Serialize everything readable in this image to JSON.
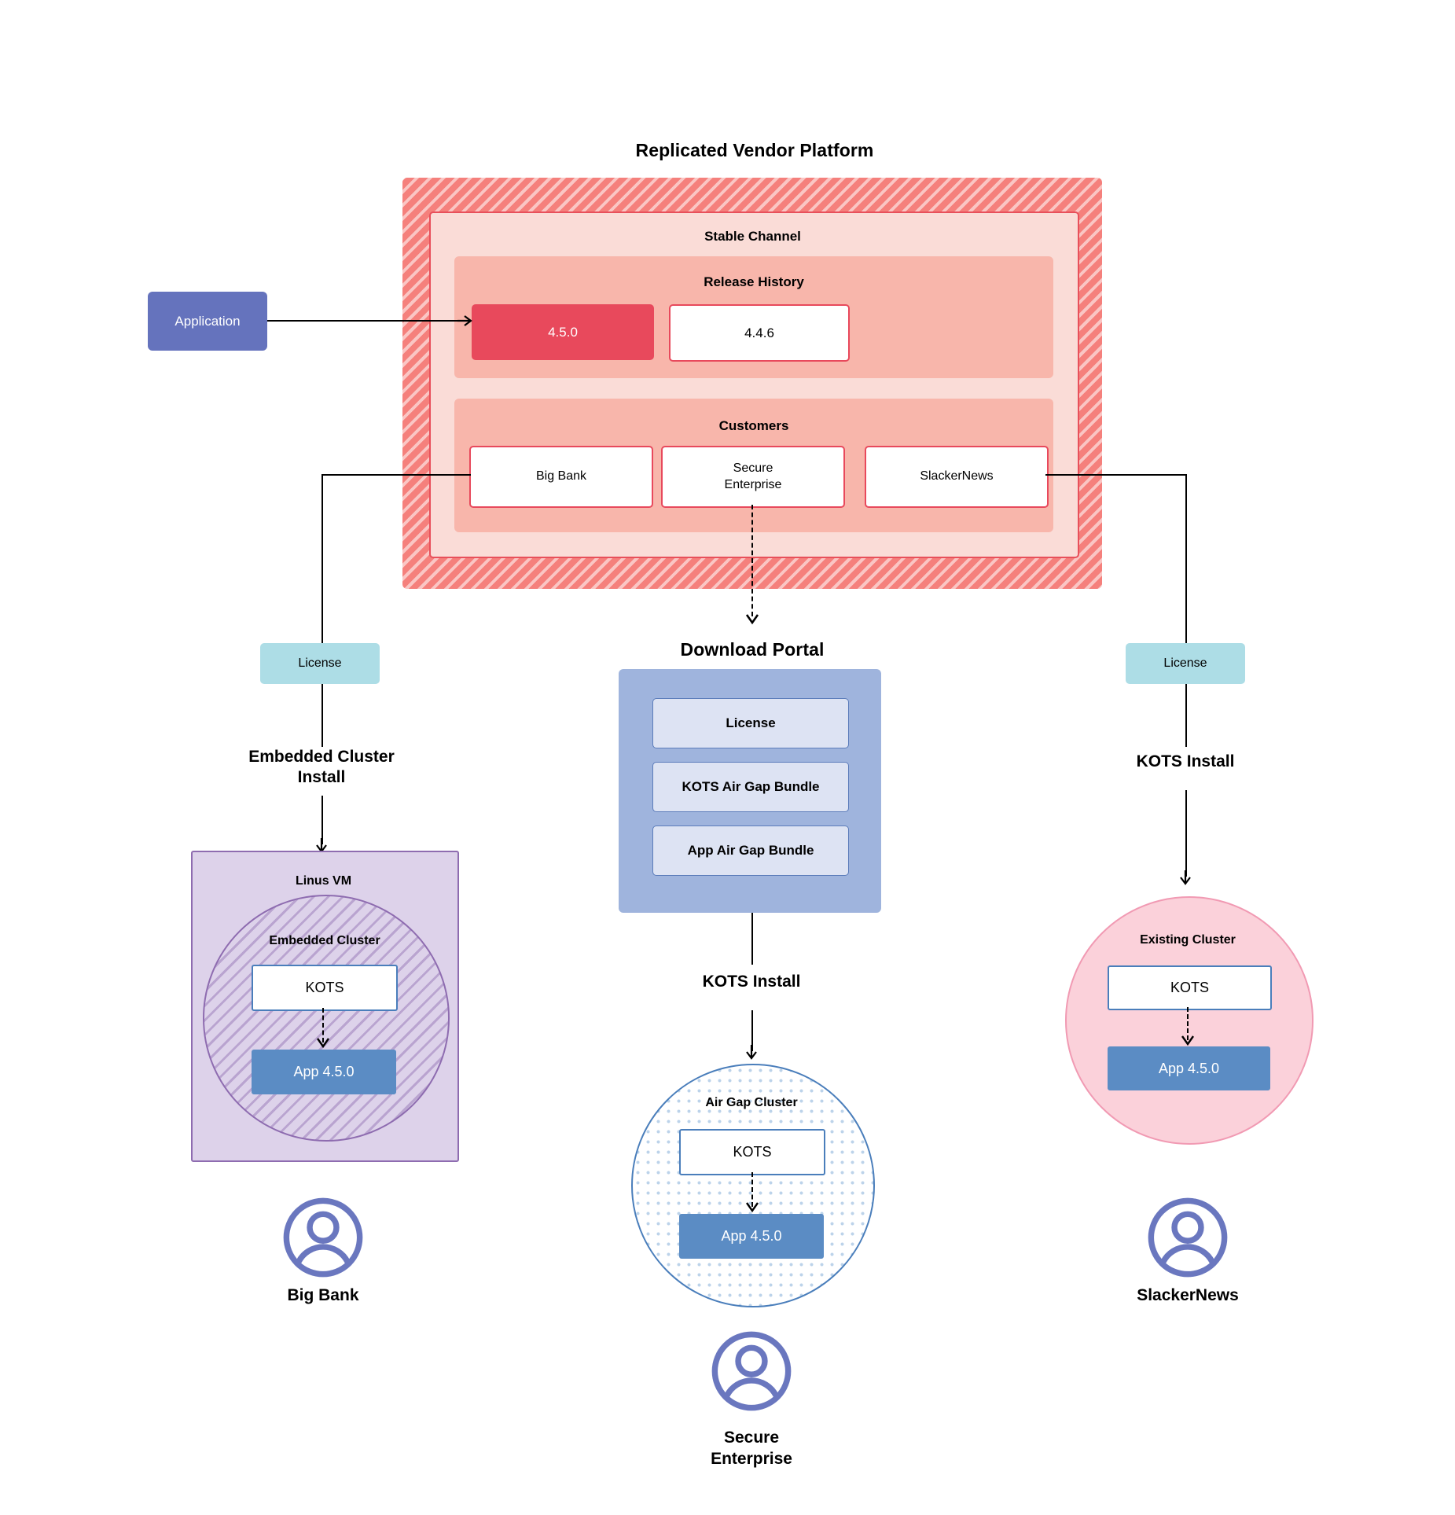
{
  "diagram": {
    "title": "Replicated Vendor Platform",
    "vendor_platform": {
      "channel_title": "Stable Channel",
      "release_history": {
        "title": "Release History",
        "releases": [
          {
            "version": "4.5.0",
            "state": "current"
          },
          {
            "version": "4.4.6",
            "state": "previous"
          }
        ]
      },
      "customers": {
        "title": "Customers",
        "items": [
          {
            "name": "Big Bank"
          },
          {
            "name": "Secure\nEnterprise"
          },
          {
            "name": "SlackerNews"
          }
        ]
      }
    },
    "application": {
      "label": "Application"
    },
    "download_portal": {
      "title": "Download  Portal",
      "items": [
        {
          "label": "License"
        },
        {
          "label": "KOTS Air Gap Bundle"
        },
        {
          "label": "App Air Gap Bundle"
        }
      ]
    },
    "licenses": [
      {
        "label": "License",
        "column": "left"
      },
      {
        "label": "License",
        "column": "right"
      }
    ],
    "edge_labels": {
      "left_install": "Embedded Cluster\nInstall",
      "center_install": "KOTS Install",
      "right_install": "KOTS Install"
    },
    "environments": {
      "left": {
        "host_label": "Linus VM",
        "cluster_label": "Embedded Cluster",
        "kots_label": "KOTS",
        "app_label": "App 4.5.0",
        "owner": "Big Bank"
      },
      "center": {
        "cluster_label": "Air Gap Cluster",
        "kots_label": "KOTS",
        "app_label": "App 4.5.0",
        "owner": "Secure\nEnterprise"
      },
      "right": {
        "cluster_label": "Existing Cluster",
        "kots_label": "KOTS",
        "app_label": "App 4.5.0",
        "owner": "SlackerNews"
      }
    },
    "icons": {
      "person": "person-avatar-icon",
      "arrow": "arrow-head-icon"
    },
    "colors": {
      "vendor_platform_hatch": "#f5807c",
      "channel_bg": "#fadcd7",
      "section_bg": "#f8b6ab",
      "accent_red": "#e8495c",
      "application_purple": "#6573bd",
      "license_teal": "#addde6",
      "portal_blue": "#9fb4dd",
      "portal_item_blue": "#dde3f3",
      "kots_border_blue": "#4a7ebb",
      "app_blue": "#5b8cc4",
      "linux_vm_purple": "#ddd2ea",
      "embedded_border": "#8e6cb0",
      "existing_pink": "#fbd1da",
      "existing_border": "#f19ab3"
    }
  }
}
